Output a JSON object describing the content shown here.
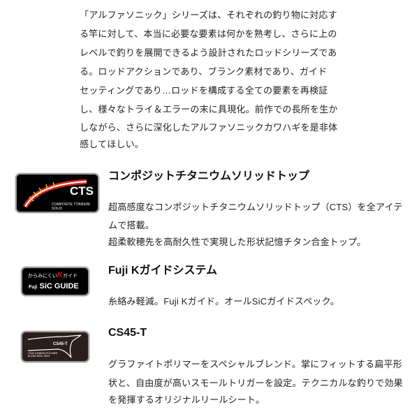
{
  "intro": {
    "lines": [
      "「アルファソニック」シリーズは、それぞれの釣り物に対応す",
      "る竿に対して、本当に必要な要素は何かを熟考し、さらに上の",
      "レベルで釣りを展開できるよう設計されたロッドシリーズであ",
      "る。ロッドアクションであり、ブランク素材であり、ガイド",
      "セッティングであり…ロッドを構成する全ての要素を再検証",
      "し、様々なトライ＆エラーの末に具現化。前作での長所を生か",
      "しながら、さらに深化したアルファソニックカワハギを是非体",
      "感してほしい。"
    ]
  },
  "features": [
    {
      "title": "コンポジットチタニウムソリッドトップ",
      "lines": [
        "超高感度なコンポジットチタニウムソリッドトップ（CTS）を全アイテ",
        "ムで搭載。",
        "超柔軟穂先を高耐久性で実現した形状記憶チタン合金トップ。"
      ],
      "logo": {
        "main": "CTS",
        "sub": "COMPOSITE TITANIUM SOLID"
      }
    },
    {
      "title": "Fuji Kガイドシステム",
      "lines": [
        "糸絡み軽減。Fuji Kガイド。オールSiCガイドスペック。"
      ],
      "logo": {
        "top": "からみにくい",
        "k": "K",
        "guide": "ガイド",
        "brand": "Fuji",
        "main": "SiC GUIDE"
      }
    },
    {
      "title": "CS45-T",
      "lines": [
        "グラファイトポリマーをスペシャルブレンド。掌にフィットする扁平形",
        "状と、自由度が高いスモールトリガーを設定。テクニカルな釣りで効果",
        "を発揮するオリジナルリールシート。"
      ],
      "logo": {
        "main": "CS45-T",
        "sub1": "CS45 CARBON POLYMER",
        "sub2": "BLEND REEL SEAT"
      }
    }
  ],
  "colors": {
    "text": "#222222",
    "logo_bg": "#000000",
    "cts_stripe": "#d42a1e",
    "cts_wrap": "#f2c400",
    "k_red": "#d0141c",
    "cs45_bg": "#2a1f1c"
  }
}
